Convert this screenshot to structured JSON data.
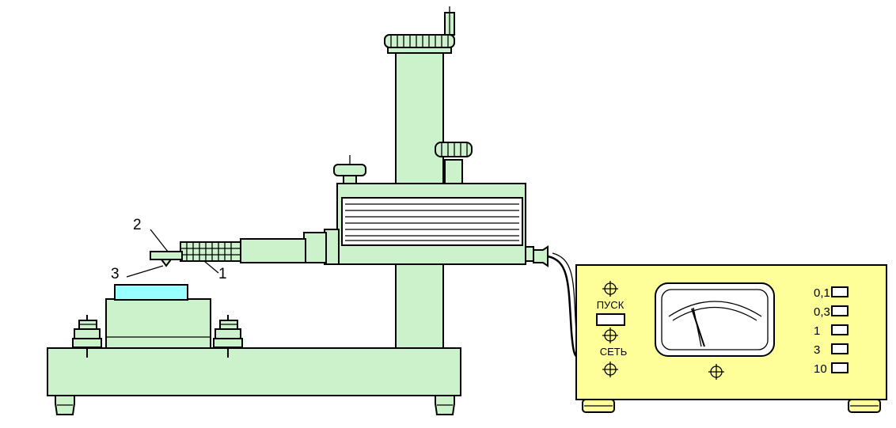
{
  "colors": {
    "apparatus": "#ccf2cc",
    "specimen": "#99ffff",
    "control_unit": "#ffff99",
    "outline": "#000000"
  },
  "callouts": {
    "label_1": "1",
    "label_2": "2",
    "label_3": "3"
  },
  "control_unit": {
    "start_label": "ПУСК",
    "power_label": "СЕТЬ",
    "range_labels": [
      "0,1",
      "0,3",
      "1",
      "3",
      "10"
    ]
  },
  "icons": [
    "crosshair-screw-icon",
    "needle-gauge-icon",
    "range-indicator-icon"
  ]
}
